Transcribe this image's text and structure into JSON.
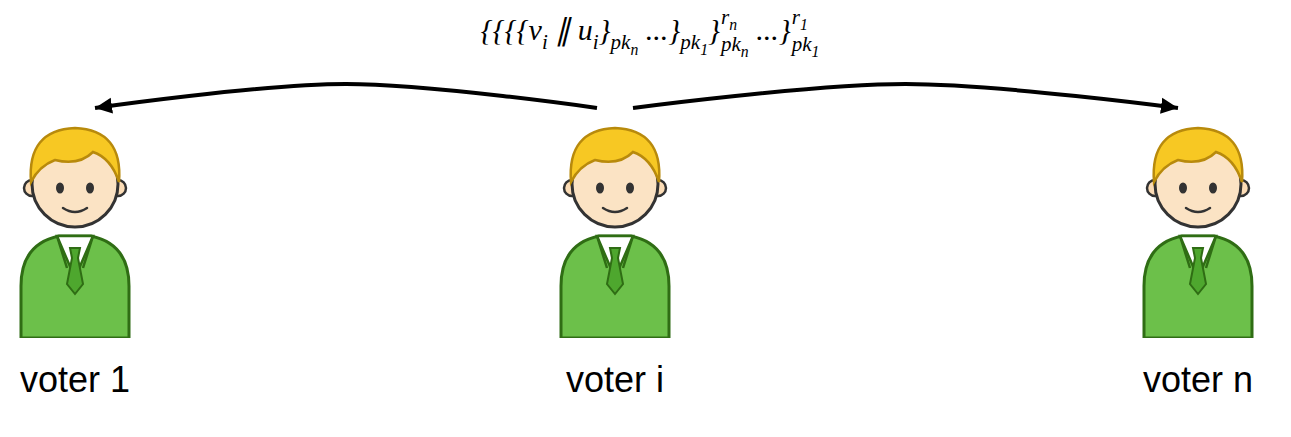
{
  "diagram": {
    "nodes": [
      {
        "text": [
          "voter 1"
        ]
      },
      {
        "text": [
          "voter i"
        ]
      },
      {
        "text": [
          "voter n"
        ]
      }
    ],
    "edges": [
      {
        "from": 1,
        "to": 0,
        "arrow": "to"
      },
      {
        "from": 1,
        "to": 2,
        "arrow": "to"
      }
    ],
    "labels": [
      "{{{{v",
      "i",
      "∥ u",
      "i",
      "}",
      "pk",
      "n",
      "...}",
      "pk",
      "1",
      "}",
      "r",
      "n",
      "pk",
      "n",
      "...}",
      "r",
      "1",
      "pk",
      "1"
    ]
  }
}
